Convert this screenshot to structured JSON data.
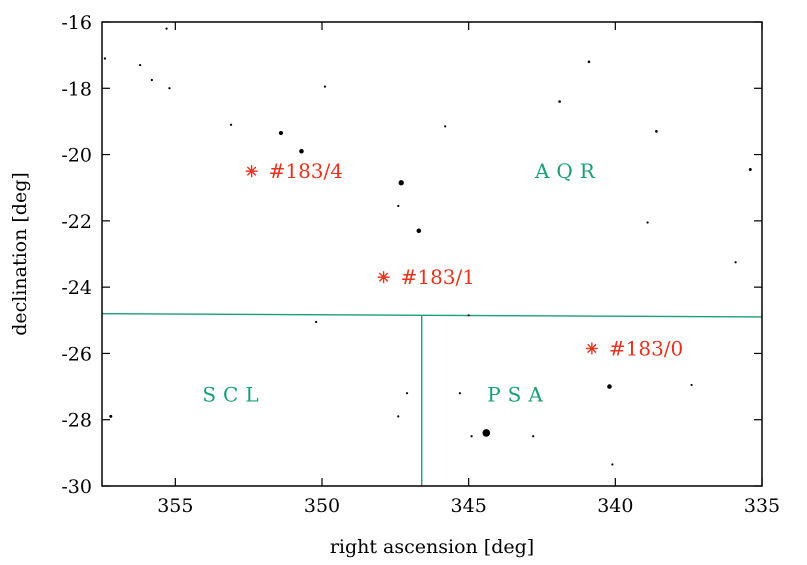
{
  "chart_data": {
    "type": "scatter",
    "xlabel": "right ascension [deg]",
    "ylabel": "declination [deg]",
    "xlim": [
      357.5,
      335
    ],
    "ylim": [
      -30,
      -16
    ],
    "x_ticks": [
      355,
      350,
      345,
      340,
      335
    ],
    "y_ticks": [
      -16,
      -18,
      -20,
      -22,
      -24,
      -26,
      -28,
      -30
    ],
    "grid": false,
    "stars": [
      {
        "ra": 355.3,
        "dec": -16.2,
        "mag": 5.9
      },
      {
        "ra": 357.4,
        "dec": -17.1,
        "mag": 5.7
      },
      {
        "ra": 356.2,
        "dec": -17.3,
        "mag": 5.8
      },
      {
        "ra": 355.8,
        "dec": -17.75,
        "mag": 5.7
      },
      {
        "ra": 355.2,
        "dec": -18.0,
        "mag": 5.7
      },
      {
        "ra": 349.9,
        "dec": -17.95,
        "mag": 6.2
      },
      {
        "ra": 340.9,
        "dec": -17.2,
        "mag": 5.6
      },
      {
        "ra": 341.9,
        "dec": -18.4,
        "mag": 5.6
      },
      {
        "ra": 353.1,
        "dec": -19.1,
        "mag": 5.7
      },
      {
        "ra": 351.4,
        "dec": -19.35,
        "mag": 5.2
      },
      {
        "ra": 350.7,
        "dec": -19.9,
        "mag": 5.1
      },
      {
        "ra": 345.8,
        "dec": -19.15,
        "mag": 6.0
      },
      {
        "ra": 338.6,
        "dec": -19.3,
        "mag": 5.6
      },
      {
        "ra": 347.3,
        "dec": -20.85,
        "mag": 4.9
      },
      {
        "ra": 335.4,
        "dec": -20.45,
        "mag": 5.5
      },
      {
        "ra": 347.4,
        "dec": -21.55,
        "mag": 5.8
      },
      {
        "ra": 346.7,
        "dec": -22.3,
        "mag": 5.1
      },
      {
        "ra": 338.9,
        "dec": -22.05,
        "mag": 6.1
      },
      {
        "ra": 335.9,
        "dec": -23.25,
        "mag": 6.1
      },
      {
        "ra": 350.2,
        "dec": -25.05,
        "mag": 6.0
      },
      {
        "ra": 345.0,
        "dec": -24.85,
        "mag": 6.1
      },
      {
        "ra": 357.2,
        "dec": -27.9,
        "mag": 5.5
      },
      {
        "ra": 347.1,
        "dec": -27.2,
        "mag": 6.0
      },
      {
        "ra": 347.4,
        "dec": -27.9,
        "mag": 6.1
      },
      {
        "ra": 345.3,
        "dec": -27.2,
        "mag": 6.0
      },
      {
        "ra": 340.2,
        "dec": -27.0,
        "mag": 5.1
      },
      {
        "ra": 337.4,
        "dec": -26.95,
        "mag": 6.0
      },
      {
        "ra": 344.4,
        "dec": -28.4,
        "mag": 4.3
      },
      {
        "ra": 344.9,
        "dec": -28.5,
        "mag": 6.0
      },
      {
        "ra": 342.8,
        "dec": -28.5,
        "mag": 6.0
      },
      {
        "ra": 340.1,
        "dec": -29.35,
        "mag": 6.0
      }
    ],
    "markers": [
      {
        "label": "#183/4",
        "ra": 352.4,
        "dec": -20.5
      },
      {
        "label": "#183/1",
        "ra": 347.9,
        "dec": -23.7
      },
      {
        "label": "#183/0",
        "ra": 340.8,
        "dec": -25.85
      }
    ],
    "constellations": [
      {
        "label": "A Q R",
        "ra": 341.6,
        "dec": -20.7
      },
      {
        "label": "S C L",
        "ra": 353.0,
        "dec": -27.45
      },
      {
        "label": "P S A",
        "ra": 343.3,
        "dec": -27.45
      }
    ],
    "boundaries": [
      {
        "points": [
          [
            357.5,
            -24.8
          ],
          [
            346.5,
            -24.85
          ],
          [
            335,
            -24.9
          ]
        ]
      },
      {
        "points": [
          [
            346.6,
            -24.85
          ],
          [
            346.6,
            -30
          ]
        ]
      }
    ],
    "colors": {
      "boundary": "#1a9e77",
      "marker": "#e8321e",
      "stars": "#000000"
    }
  }
}
